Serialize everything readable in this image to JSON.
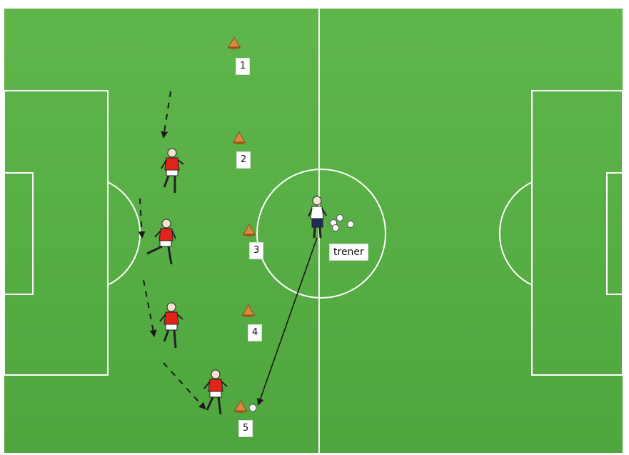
{
  "diagram": {
    "colors": {
      "grass_light": "#6fc15a",
      "grass_dark": "#4ea43d",
      "line": "#ffffff",
      "player_shirt": "#e2231a",
      "coach_shorts": "#1f2b5b",
      "cone": "#d98a3c"
    },
    "cones": [
      {
        "label": "1"
      },
      {
        "label": "2"
      },
      {
        "label": "3"
      },
      {
        "label": "4"
      },
      {
        "label": "5"
      }
    ],
    "coach_label": "trener",
    "players_count": 4,
    "balls_at_coach": 4
  }
}
